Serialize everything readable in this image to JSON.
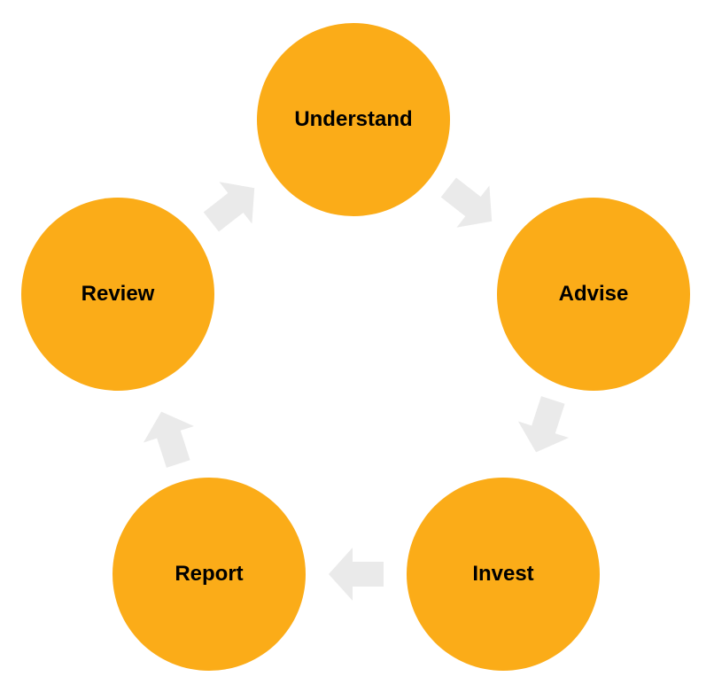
{
  "diagram": {
    "type": "cycle",
    "colors": {
      "node_fill": "#FBAC18",
      "arrow_fill": "#EAEAEA",
      "label_color": "#000000",
      "background": "#FFFFFF"
    },
    "steps": [
      {
        "label": "Understand"
      },
      {
        "label": "Advise"
      },
      {
        "label": "Invest"
      },
      {
        "label": "Report"
      },
      {
        "label": "Review"
      }
    ]
  }
}
